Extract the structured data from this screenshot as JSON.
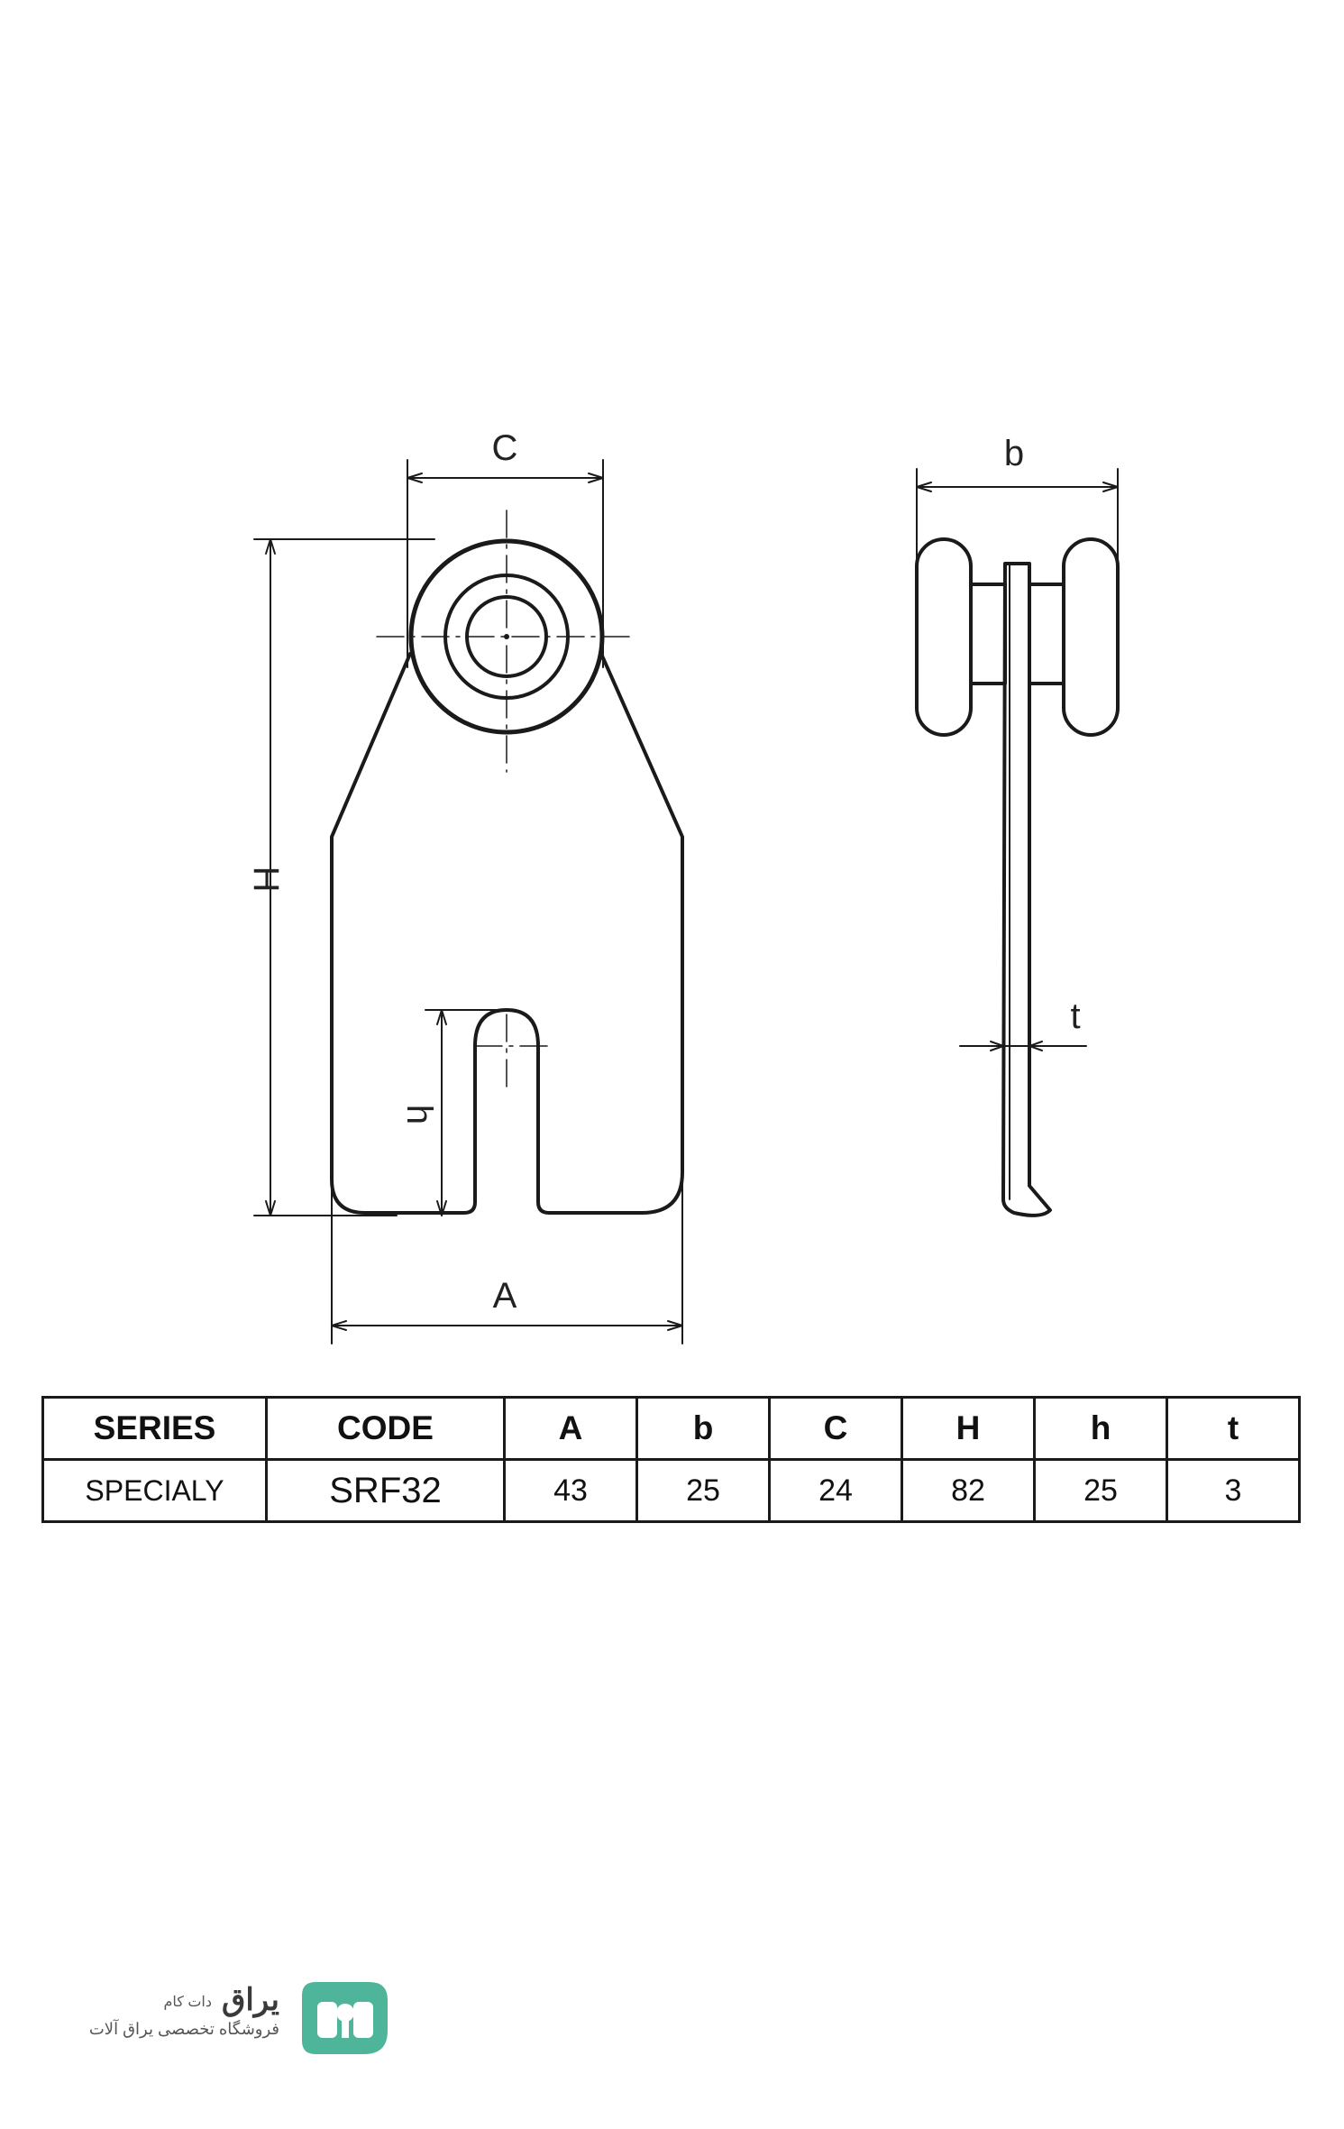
{
  "drawing": {
    "front_view": {
      "dim_C": "C",
      "dim_H": "H",
      "dim_h": "h",
      "dim_A": "A"
    },
    "side_view": {
      "dim_b": "b",
      "dim_t": "t"
    }
  },
  "table": {
    "headers": [
      "SERIES",
      "CODE",
      "A",
      "b",
      "C",
      "H",
      "h",
      "t"
    ],
    "row": [
      "SPECIALY",
      "SRF32",
      "43",
      "25",
      "24",
      "82",
      "25",
      "3"
    ]
  },
  "brand": {
    "name": "یراق",
    "domain": "دات کام",
    "tagline": "فروشگاه تخصصی یراق آلات",
    "color": "#4fb59a"
  }
}
